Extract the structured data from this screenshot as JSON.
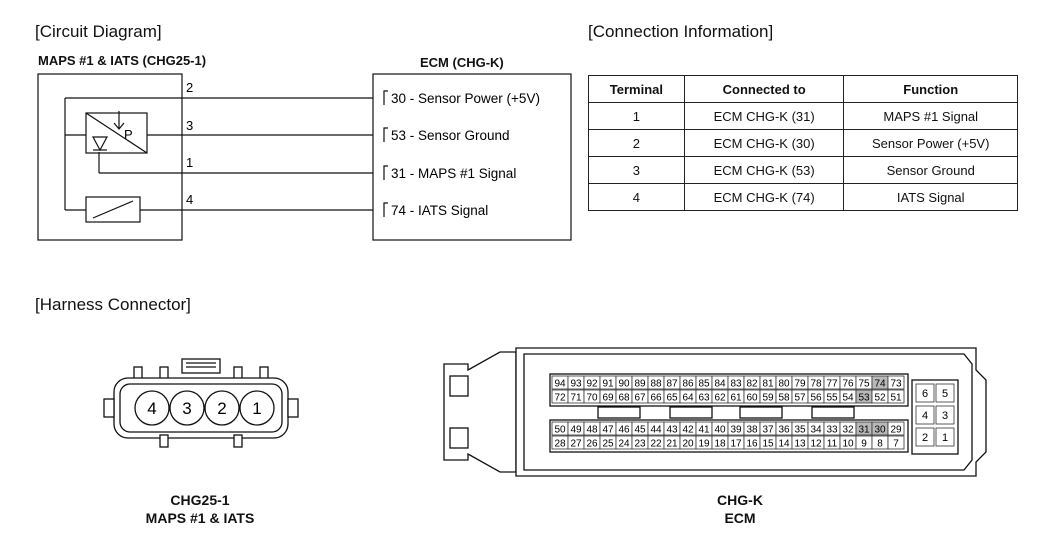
{
  "circuit": {
    "heading": "[Circuit Diagram]",
    "sensor_title": "MAPS #1 & IATS (CHG25-1)",
    "ecm_title": "ECM (CHG-K)",
    "sensor_pins": [
      "2",
      "3",
      "1",
      "4"
    ],
    "sensor_p_label": "P",
    "ecm_pins": [
      "30 - Sensor Power (+5V)",
      "53 - Sensor Ground",
      "31 - MAPS #1 Signal",
      "74 - IATS Signal"
    ]
  },
  "connection": {
    "heading": "[Connection Information]",
    "headers": [
      "Terminal",
      "Connected to",
      "Function"
    ],
    "rows": [
      [
        "1",
        "ECM CHG-K (31)",
        "MAPS #1 Signal"
      ],
      [
        "2",
        "ECM CHG-K (30)",
        "Sensor Power (+5V)"
      ],
      [
        "3",
        "ECM CHG-K (53)",
        "Sensor Ground"
      ],
      [
        "4",
        "ECM CHG-K (74)",
        "IATS Signal"
      ]
    ]
  },
  "harness": {
    "heading": "[Harness Connector]",
    "sensor_connector": {
      "pins": [
        "4",
        "3",
        "2",
        "1"
      ],
      "label_line1": "CHG25-1",
      "label_line2": "MAPS #1 & IATS"
    },
    "ecm_connector": {
      "row1": [
        "94",
        "93",
        "92",
        "91",
        "90",
        "89",
        "88",
        "87",
        "86",
        "85",
        "84",
        "83",
        "82",
        "81",
        "80",
        "79",
        "78",
        "77",
        "76",
        "75",
        "74",
        "73"
      ],
      "row2": [
        "72",
        "71",
        "70",
        "69",
        "68",
        "67",
        "66",
        "65",
        "64",
        "63",
        "62",
        "61",
        "60",
        "59",
        "58",
        "57",
        "56",
        "55",
        "54",
        "53",
        "52",
        "51"
      ],
      "row3": [
        "50",
        "49",
        "48",
        "47",
        "46",
        "45",
        "44",
        "43",
        "42",
        "41",
        "40",
        "39",
        "38",
        "37",
        "36",
        "35",
        "34",
        "33",
        "32",
        "31",
        "30",
        "29"
      ],
      "row4": [
        "28",
        "27",
        "26",
        "25",
        "24",
        "23",
        "22",
        "21",
        "20",
        "19",
        "18",
        "17",
        "16",
        "15",
        "14",
        "13",
        "12",
        "11",
        "10",
        "9",
        "8",
        "7"
      ],
      "right_block": [
        [
          "6",
          "5"
        ],
        [
          "4",
          "3"
        ],
        [
          "2",
          "1"
        ]
      ],
      "highlighted": [
        "74",
        "53",
        "31",
        "30"
      ],
      "label_line1": "CHG-K",
      "label_line2": "ECM"
    }
  }
}
